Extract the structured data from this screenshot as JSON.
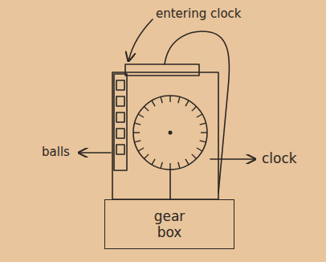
{
  "diagram": {
    "nodes": [
      {
        "text": [
          "gear box"
        ]
      }
    ],
    "labels": [
      "entering clock",
      "balls",
      "clock"
    ]
  }
}
